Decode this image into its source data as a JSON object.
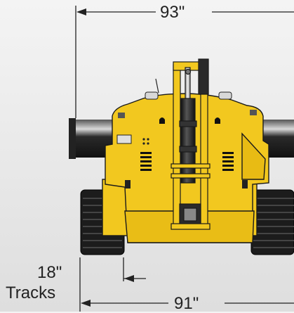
{
  "dimensions": {
    "overall_width": "93\"",
    "track_width": "18\"",
    "track_label": "Tracks",
    "track_span": "91\""
  },
  "colors": {
    "machine_yellow": "#f2c81f",
    "outline": "#1a1a1a",
    "track_dark": "#1c1c1c",
    "chrome": "#cfcfcf"
  }
}
